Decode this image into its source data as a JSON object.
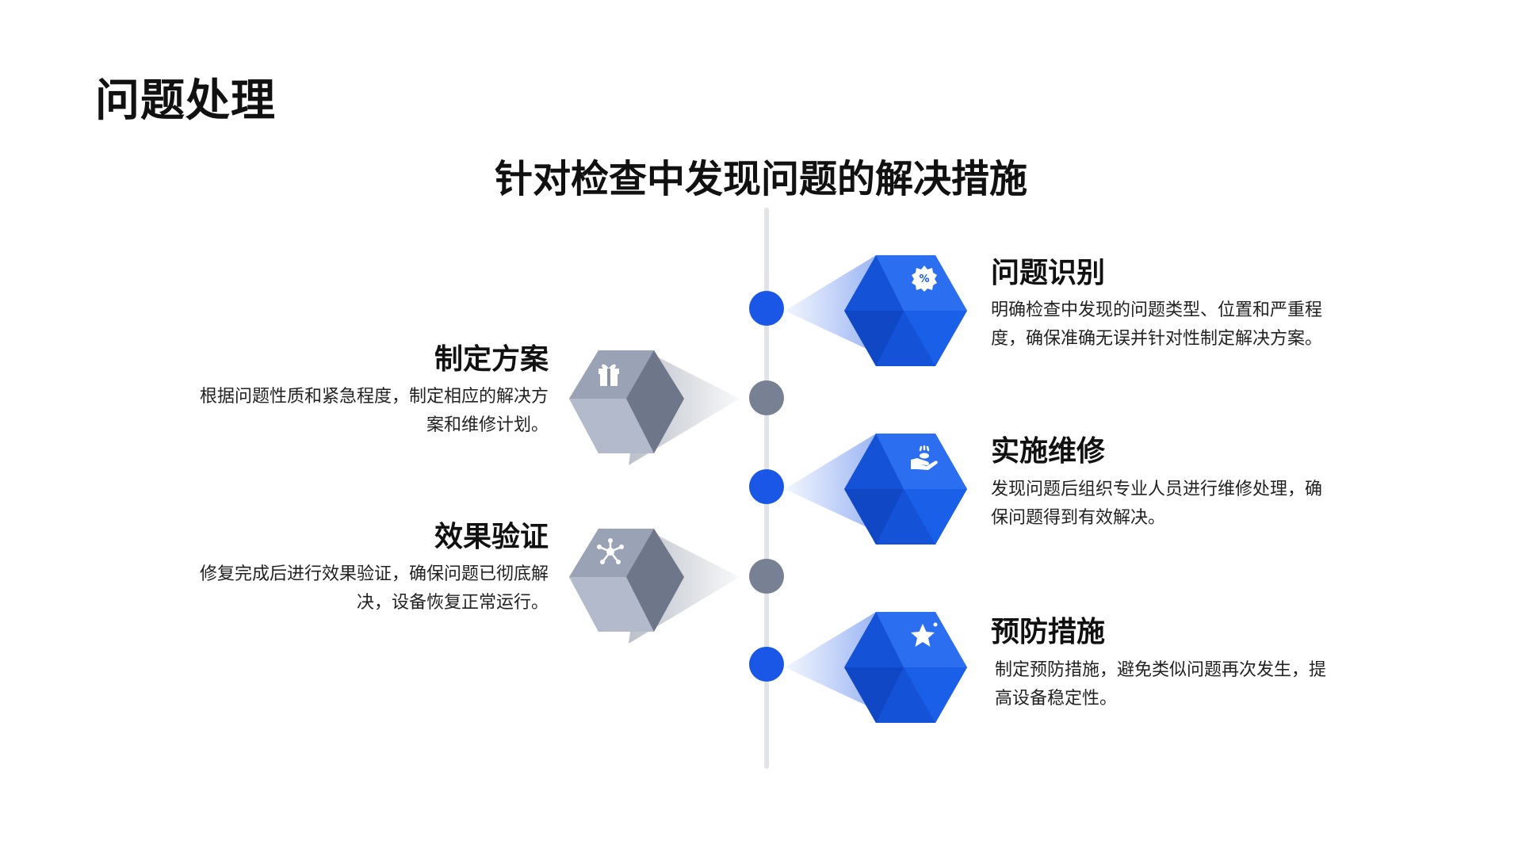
{
  "page": {
    "title": "问题处理",
    "subtitle": "针对检查中发现问题的解决措施"
  },
  "colors": {
    "blue": "#1a57e6",
    "gray": "#778193",
    "timeline": "#e2e3e6"
  },
  "steps": [
    {
      "side": "right",
      "title": "问题识别",
      "desc_lines": [
        "明确检查中发现的问题类型、位置和严重程",
        "度，确保准确无误并针对性制定解决方案。"
      ],
      "icon": "percent-badge-icon",
      "color": "blue"
    },
    {
      "side": "left",
      "title": "制定方案",
      "desc_lines": [
        "根据问题性质和紧急程度，制定相应的解决方",
        "案和维修计划。"
      ],
      "icon": "gift-icon",
      "color": "gray"
    },
    {
      "side": "right",
      "title": "实施维修",
      "desc_lines": [
        "发现问题后组织专业人员进行维修处理，确",
        "保问题得到有效解决。"
      ],
      "icon": "hand-service-icon",
      "color": "blue"
    },
    {
      "side": "left",
      "title": "效果验证",
      "desc_lines": [
        "修复完成后进行效果验证，确保问题已彻底解",
        "决，设备恢复正常运行。"
      ],
      "icon": "network-icon",
      "color": "gray"
    },
    {
      "side": "right",
      "title": "预防措施",
      "desc_lines": [
        "制定预防措施，避免类似问题再次发生，提",
        "高设备稳定性。"
      ],
      "icon": "star-icon",
      "color": "blue"
    }
  ]
}
